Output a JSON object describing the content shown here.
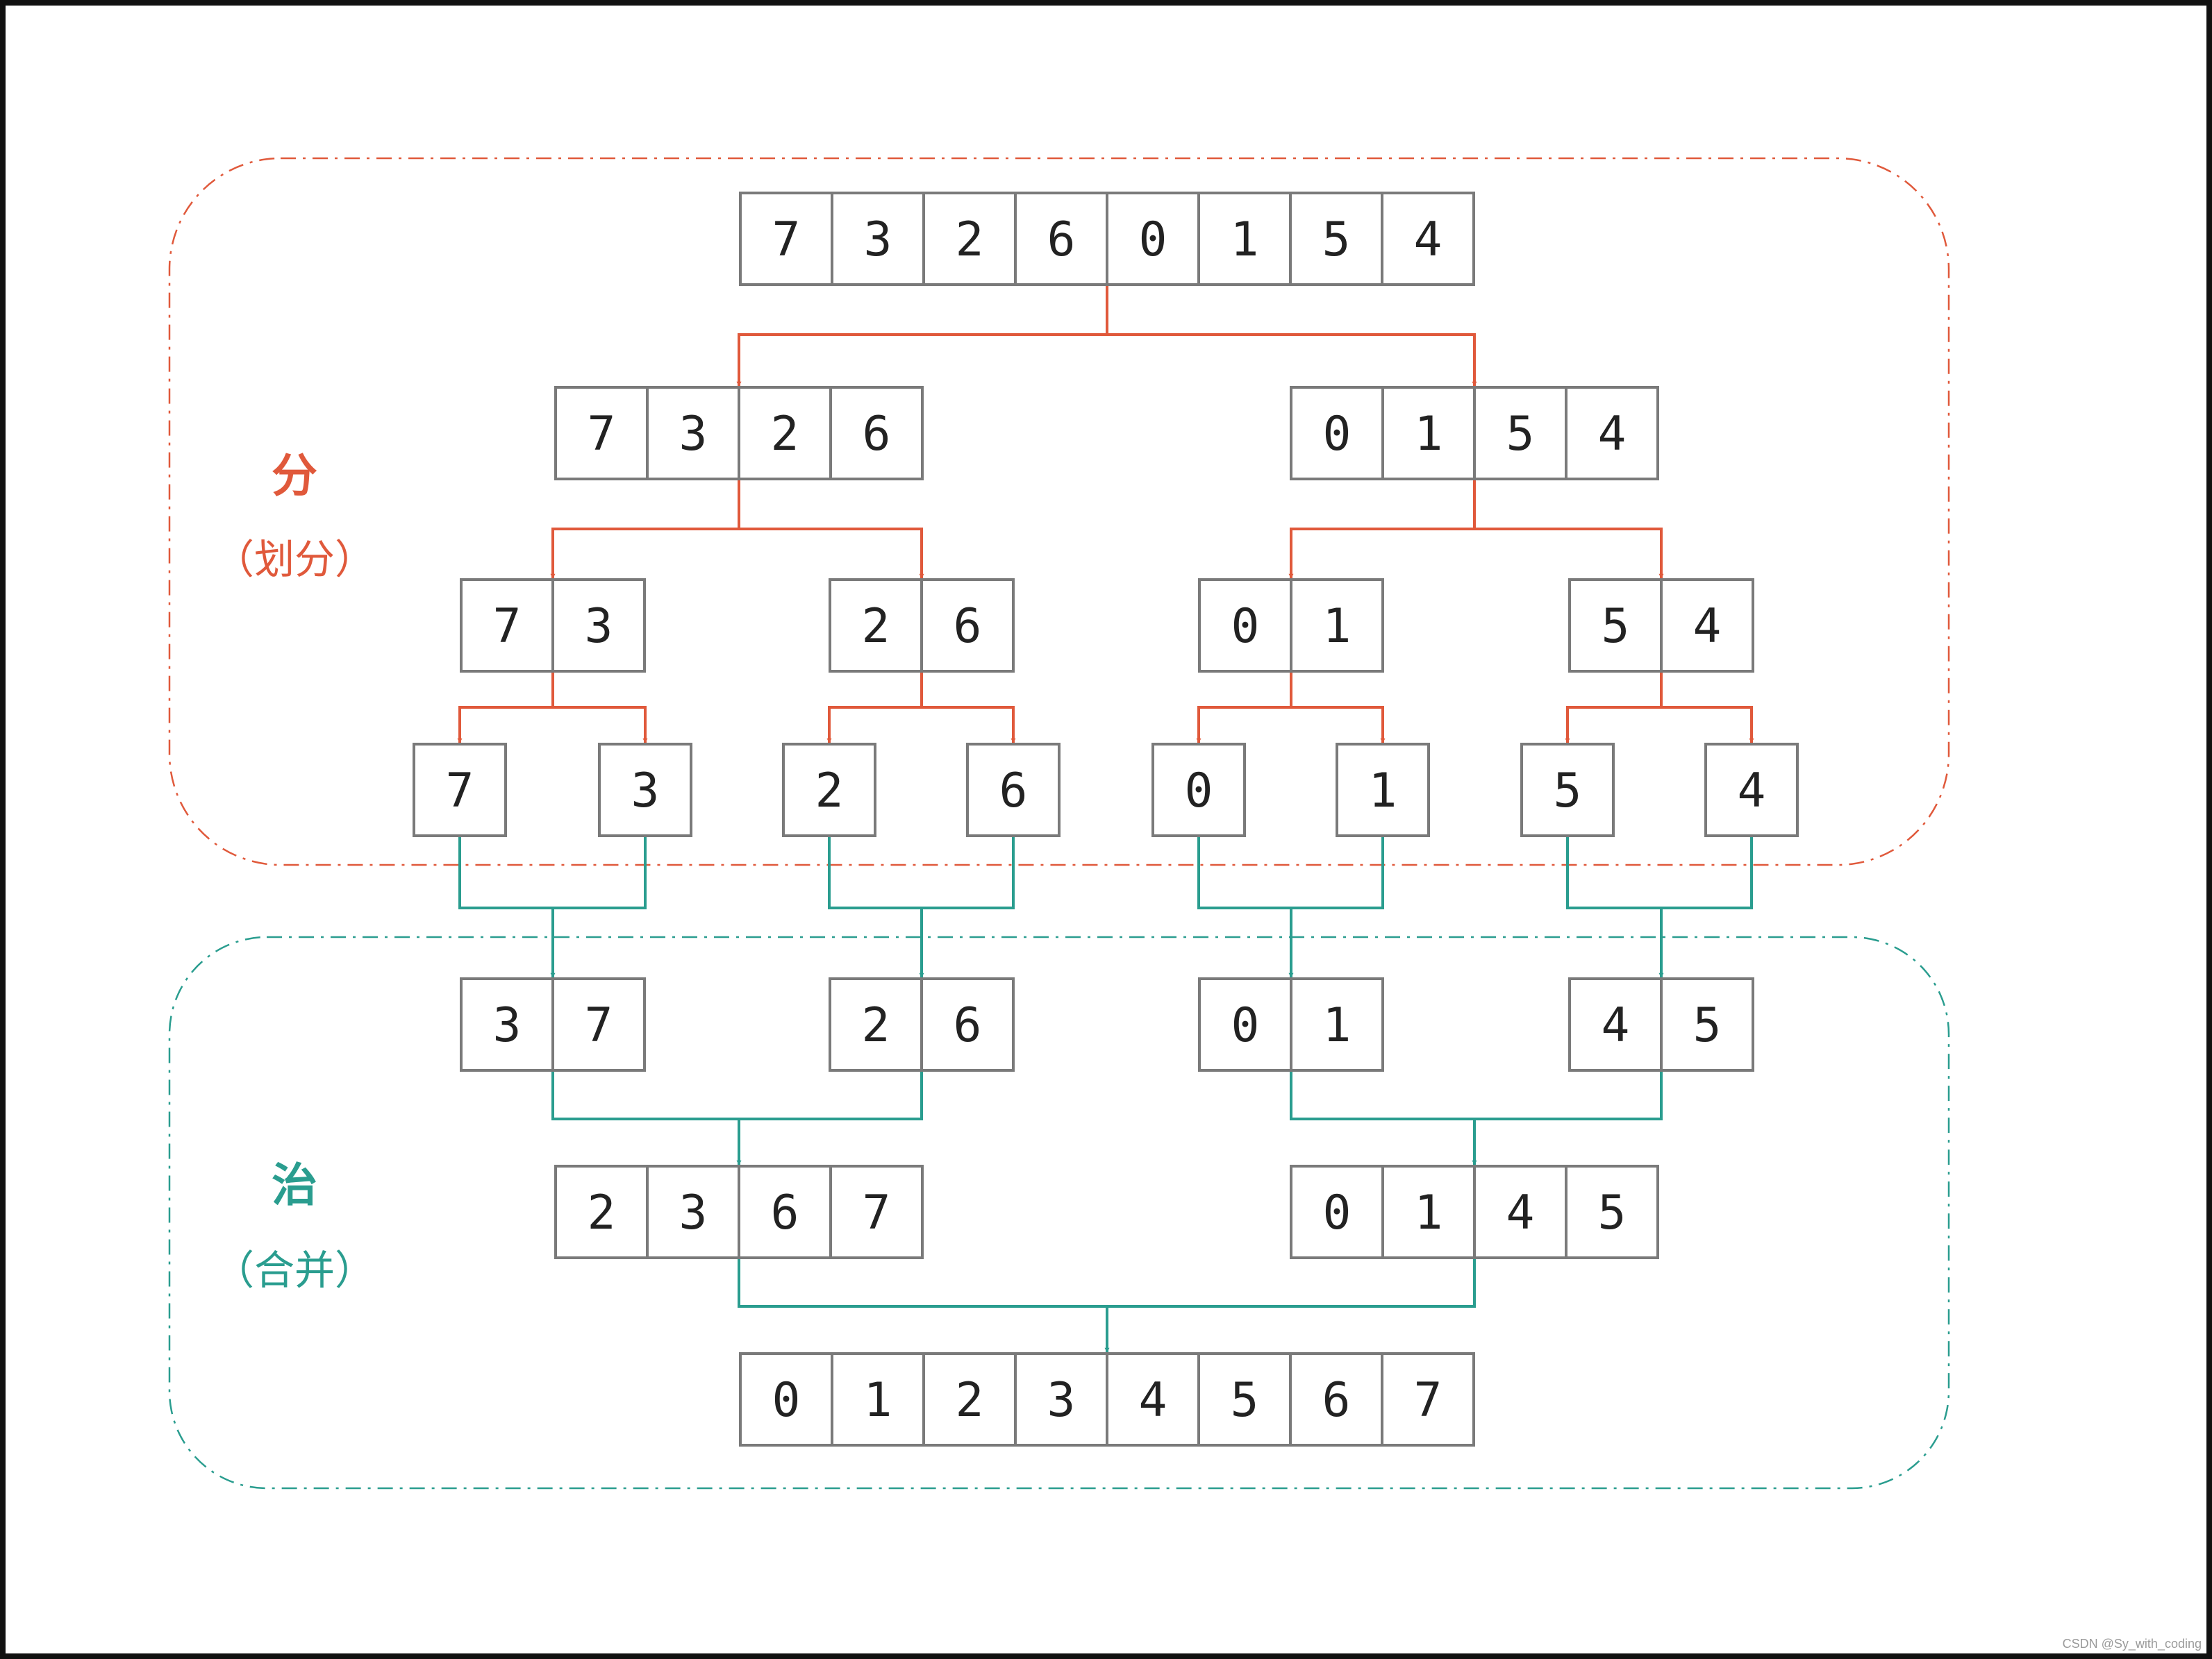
{
  "colors": {
    "divide": "#e0593b",
    "conquer": "#2a9d8f",
    "cell_border": "#7a7a7a",
    "frame": "#111111"
  },
  "labels": {
    "divide_title": "分",
    "divide_subtitle": "（划分）",
    "conquer_title": "治",
    "conquer_subtitle": "（合并）",
    "watermark": "CSDN @Sy_with_coding"
  },
  "levels": [
    {
      "phase": "divide",
      "arrays": [
        [
          "7",
          "3",
          "2",
          "6",
          "0",
          "1",
          "5",
          "4"
        ]
      ]
    },
    {
      "phase": "divide",
      "arrays": [
        [
          "7",
          "3",
          "2",
          "6"
        ],
        [
          "0",
          "1",
          "5",
          "4"
        ]
      ]
    },
    {
      "phase": "divide",
      "arrays": [
        [
          "7",
          "3"
        ],
        [
          "2",
          "6"
        ],
        [
          "0",
          "1"
        ],
        [
          "5",
          "4"
        ]
      ]
    },
    {
      "phase": "divide",
      "arrays": [
        [
          "7"
        ],
        [
          "3"
        ],
        [
          "2"
        ],
        [
          "6"
        ],
        [
          "0"
        ],
        [
          "1"
        ],
        [
          "5"
        ],
        [
          "4"
        ]
      ]
    },
    {
      "phase": "conquer",
      "arrays": [
        [
          "3",
          "7"
        ],
        [
          "2",
          "6"
        ],
        [
          "0",
          "1"
        ],
        [
          "4",
          "5"
        ]
      ]
    },
    {
      "phase": "conquer",
      "arrays": [
        [
          "2",
          "3",
          "6",
          "7"
        ],
        [
          "0",
          "1",
          "4",
          "5"
        ]
      ]
    },
    {
      "phase": "conquer",
      "arrays": [
        [
          "0",
          "1",
          "2",
          "3",
          "4",
          "5",
          "6",
          "7"
        ]
      ]
    }
  ]
}
